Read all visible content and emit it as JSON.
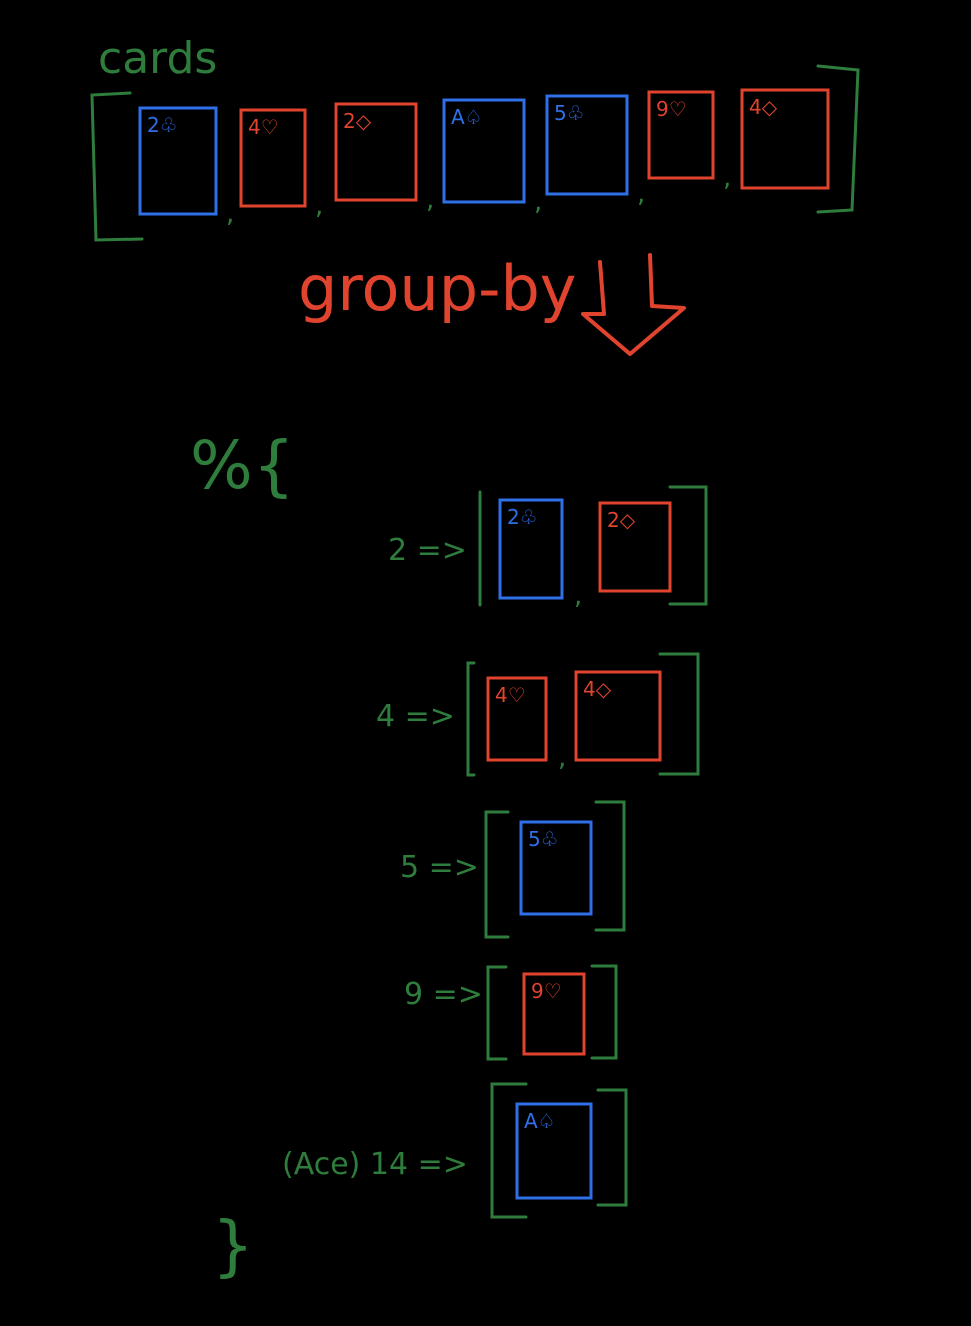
{
  "title": "cards",
  "operation": "group-by",
  "map_open": "%{",
  "map_close": "}",
  "colors": {
    "background": "#000000",
    "bracket": "#2e7d3c",
    "red_card": "#e0442e",
    "blue_card": "#2f6fe8",
    "operation": "#e0442e"
  },
  "input_cards": [
    {
      "label": "2♧",
      "suit": "clubs",
      "color": "blue"
    },
    {
      "label": "4♡",
      "suit": "hearts",
      "color": "red"
    },
    {
      "label": "2◇",
      "suit": "diamonds",
      "color": "red"
    },
    {
      "label": "A♤",
      "suit": "spades",
      "color": "blue"
    },
    {
      "label": "5♧",
      "suit": "clubs",
      "color": "blue"
    },
    {
      "label": "9♡",
      "suit": "hearts",
      "color": "red"
    },
    {
      "label": "4◇",
      "suit": "diamonds",
      "color": "red"
    }
  ],
  "groups": [
    {
      "key": "2 =>",
      "cards": [
        {
          "label": "2♧",
          "color": "blue"
        },
        {
          "label": "2◇",
          "color": "red"
        }
      ]
    },
    {
      "key": "4 =>",
      "cards": [
        {
          "label": "4♡",
          "color": "red"
        },
        {
          "label": "4◇",
          "color": "red"
        }
      ]
    },
    {
      "key": "5 =>",
      "cards": [
        {
          "label": "5♧",
          "color": "blue"
        }
      ]
    },
    {
      "key": "9 =>",
      "cards": [
        {
          "label": "9♡",
          "color": "red"
        }
      ]
    },
    {
      "key": "(Ace) 14 =>",
      "cards": [
        {
          "label": "A♤",
          "color": "blue"
        }
      ]
    }
  ]
}
